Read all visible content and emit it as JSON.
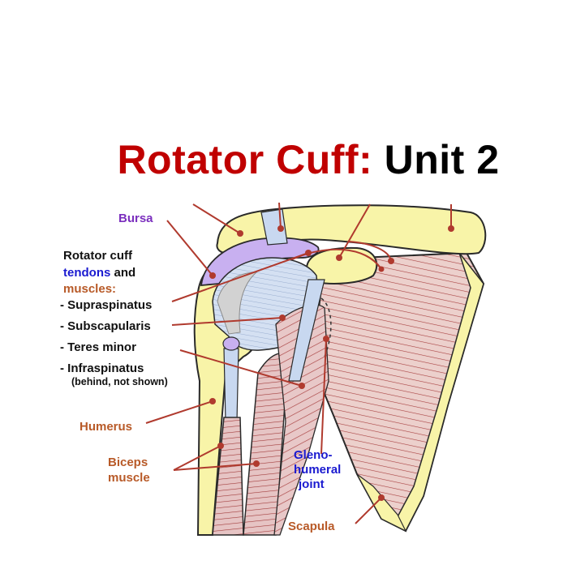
{
  "title": {
    "part1": "Rotator Cuff:",
    "part2": "Unit 2",
    "part1_color": "#c00000",
    "part2_color": "#000000"
  },
  "labels": {
    "bursa": "Bursa",
    "cuff_line1": "Rotator cuff",
    "cuff_tendons": "tendons",
    "cuff_and": " and",
    "cuff_muscles": "muscles:",
    "supraspinatus": "- Supraspinatus",
    "subscapularis": "- Subscapularis",
    "teres_minor": "- Teres minor",
    "infraspinatus": "- Infraspinatus",
    "infraspinatus_note": "(behind, not shown)",
    "humerus": "Humerus",
    "biceps_line1": "Biceps",
    "biceps_line2": "muscle",
    "gleno_line1": "Gleno-",
    "gleno_line2": "humeral",
    "gleno_line3": "joint",
    "scapula": "Scapula"
  },
  "colors": {
    "bone": "#f8f4a8",
    "bone_stroke": "#2a2a2a",
    "muscle": "#e8c8c8",
    "muscle_line": "#a03030",
    "tendon": "#c8d8f0",
    "bursa": "#c8b0f0",
    "leader": "#b03a2e",
    "purple_label": "#7b2fbe",
    "blue_label": "#1a1ad0",
    "brown_label": "#b85a28"
  }
}
